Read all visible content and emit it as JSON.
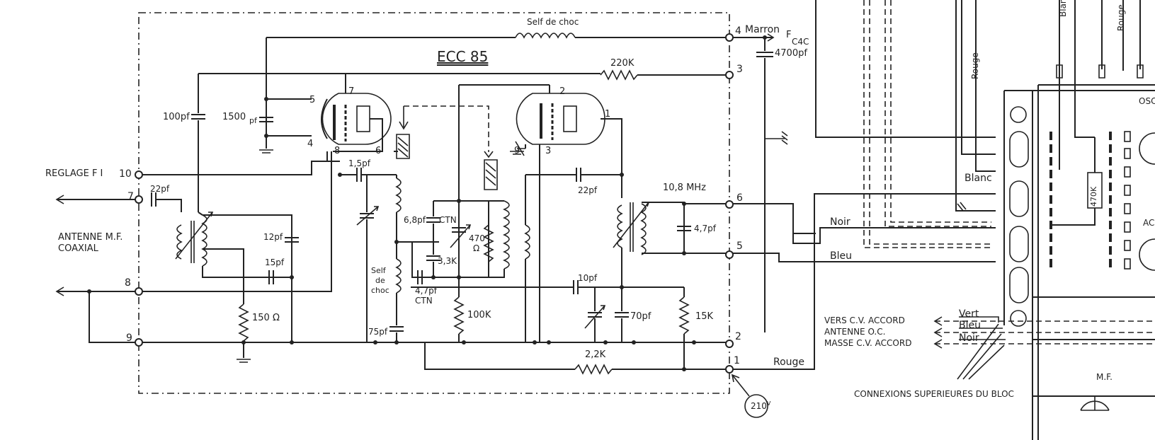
{
  "tube": "ECC 85",
  "labels": {
    "self_top": "Self de choc",
    "marron": "Marron",
    "fc4c": "F",
    "fc4c_sub": "C4C",
    "c4700": "4700pf",
    "r220k": "220K",
    "c100": "100pf",
    "c1500": "1500",
    "c1500_unit": "pf",
    "reglage": "REGLAGE F I",
    "antenne1": "ANTENNE M.F.",
    "antenne2": "COAXIAL",
    "c22a": "22pf",
    "c12": "12pf",
    "c15": "15pf",
    "r150": "150 Ω",
    "c15b": "1,5pf",
    "c68": "6,8pf",
    "ctn1": "CTN",
    "r470a": "470",
    "r470b": "Ω",
    "r33k": "3,3K",
    "c47ctn": "4,7pf",
    "ctn2": "CTN",
    "self_l1": "Self",
    "self_l2": "de",
    "self_l3": "choc",
    "c75": "75pf",
    "r100k": "100K",
    "c22b": "22pf",
    "mhz": "10,8 MHz",
    "c47": "4,7pf",
    "c10": "10pf",
    "c70": "70pf",
    "r15k": "15K",
    "r22k": "2,2K",
    "rouge": "Rouge",
    "v210": "210",
    "v210_sup": "V",
    "noir": "Noir",
    "bleu": "Bleu",
    "blanc": "Blanc",
    "vert_w": "Vert",
    "bleu_w": "Bleu",
    "noir_w": "Noir",
    "vers1": "VERS C.V. ACCORD",
    "vers2": "ANTENNE O.C.",
    "vers3": "MASSE C.V. ACCORD",
    "connexions": "CONNEXIONS SUPERIEURES DU BLOC",
    "blanc_v": "Blanc",
    "rouge_v1": "Rouge",
    "rouge_v2": "Rouge",
    "r470k": "470K",
    "mf": "M.F.",
    "osc": "OSC",
    "ac": "AC"
  },
  "pins": {
    "p1": "1",
    "p2": "2",
    "p3": "3",
    "p4": "4",
    "p5": "5",
    "p6": "6",
    "p7": "7",
    "p8": "8",
    "p9": "9",
    "p10": "10",
    "t5": "5",
    "t7": "7",
    "t4": "4",
    "t8": "8",
    "t6": "6",
    "t2": "2",
    "t1": "1",
    "t9": "9",
    "t3": "3"
  }
}
